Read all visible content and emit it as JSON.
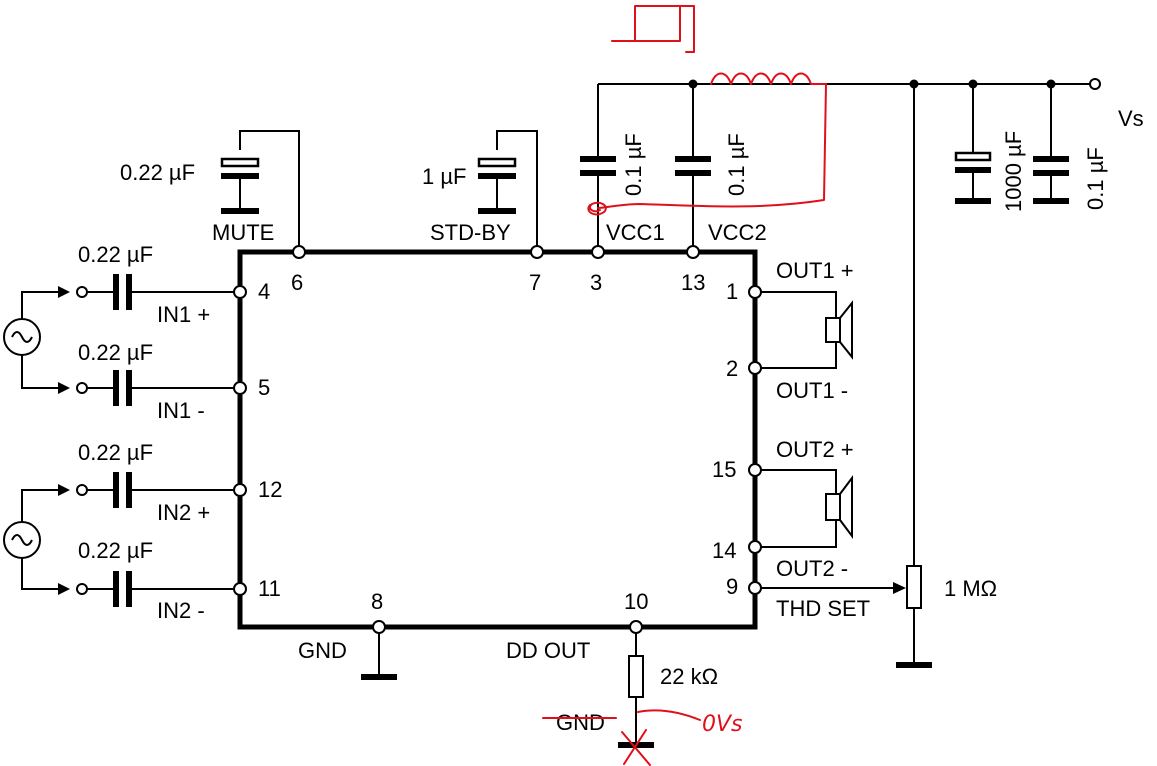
{
  "labels": {
    "vs": "Vs",
    "mute_cap": "0.22 µF",
    "mute": "MUTE",
    "stdby_cap": "1 µF",
    "stdby": "STD-BY",
    "vcc1": "VCC1",
    "vcc2": "VCC2",
    "c_vcc1": "0.1 µF",
    "c_vcc2": "0.1 µF",
    "c_bulk": "1000 µF",
    "c_bypass": "0.1 µF",
    "in1p_cap": "0.22 µF",
    "in1n_cap": "0.22 µF",
    "in2p_cap": "0.22 µF",
    "in2n_cap": "0.22 µF",
    "in1p": "IN1 +",
    "in1n": "IN1 -",
    "in2p": "IN2 +",
    "in2n": "IN2 -",
    "out1p": "OUT1 +",
    "out1n": "OUT1 -",
    "out2p": "OUT2 +",
    "out2n": "OUT2 -",
    "thd_set": "THD SET",
    "pot": "1 MΩ",
    "gnd": "GND",
    "dd_out": "DD OUT",
    "r_dd": "22 kΩ",
    "gnd_struck": "GND"
  },
  "pins": {
    "p6": "6",
    "p7": "7",
    "p3": "3",
    "p13": "13",
    "p4": "4",
    "p5": "5",
    "p12": "12",
    "p11": "11",
    "p1": "1",
    "p2": "2",
    "p15": "15",
    "p14": "14",
    "p9": "9",
    "p8": "8",
    "p10": "10"
  },
  "annotations": {
    "handwritten_0vs": "0Vs"
  },
  "colors": {
    "wire": "#000000",
    "annotation": "#e0101a"
  }
}
